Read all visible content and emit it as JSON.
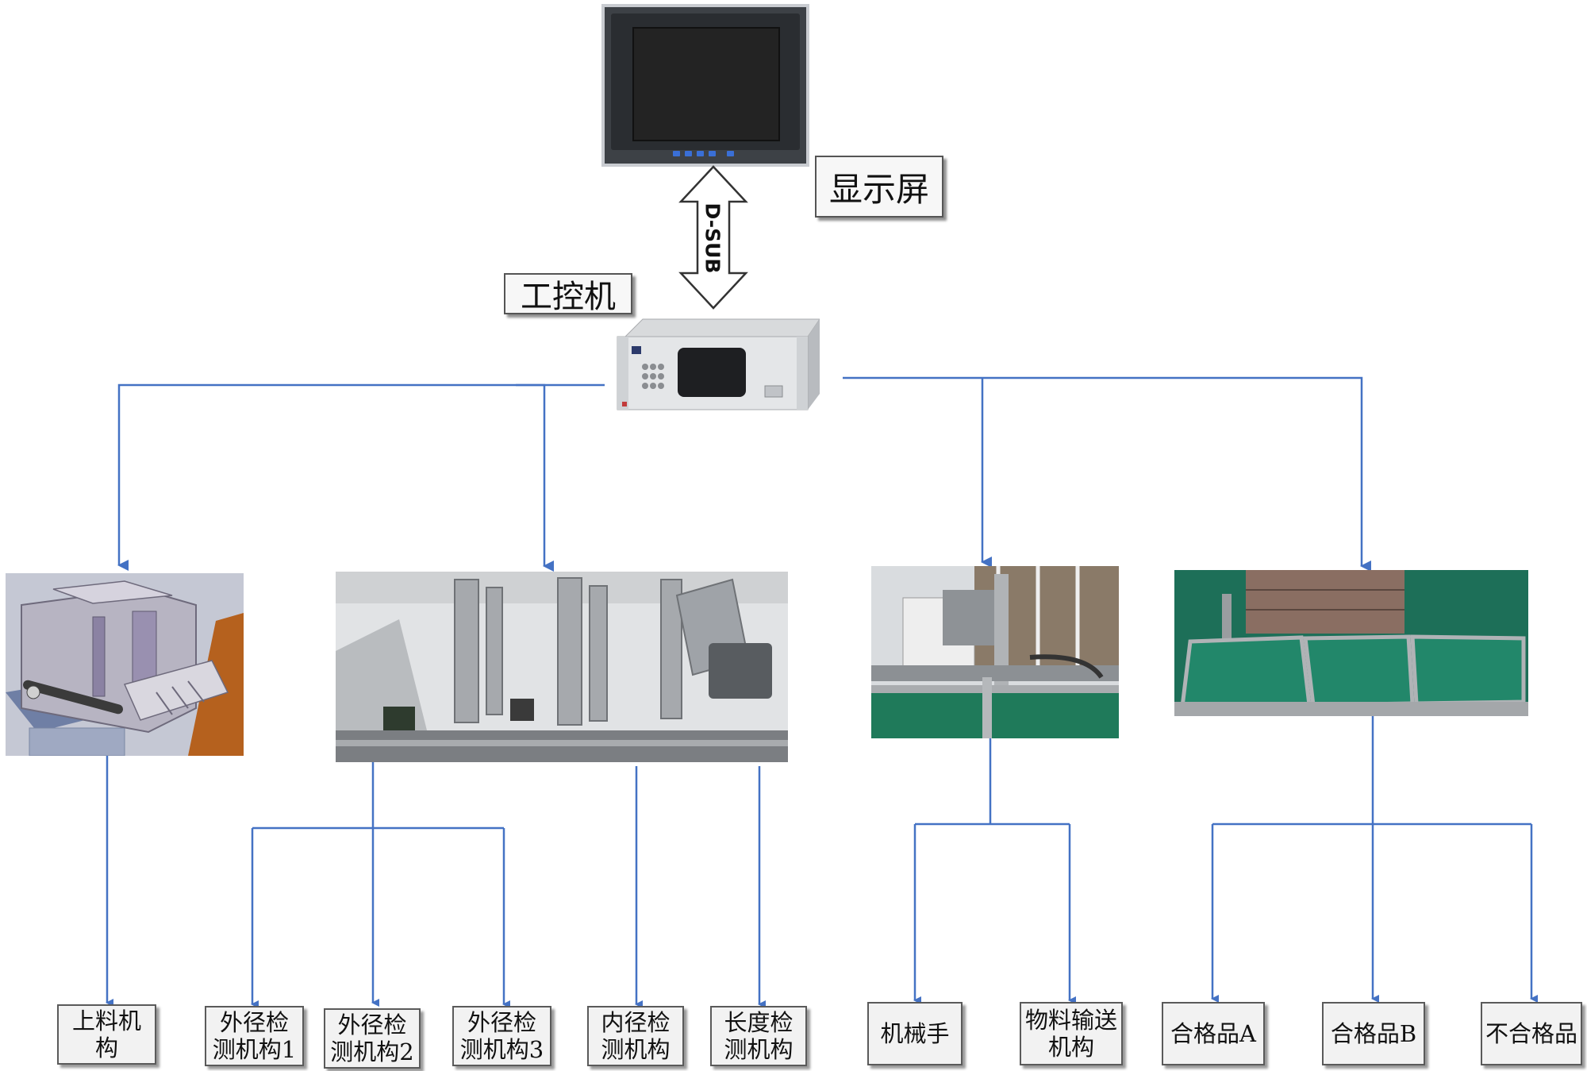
{
  "colors": {
    "wire": "#4472c4",
    "box_fill": "#f2f2f2",
    "box_border": "#5a5a5a"
  },
  "top": {
    "display_label": "显示屏",
    "interface_label": "D-SUB",
    "ipc_label": "工控机"
  },
  "modules": [
    {
      "id": "loading-module-photo"
    },
    {
      "id": "detection-module-photo"
    },
    {
      "id": "manipulator-module-photo"
    },
    {
      "id": "sorting-bins-photo"
    }
  ],
  "bottom": {
    "loading": [
      "上料机",
      "构"
    ],
    "od1": [
      "外径检",
      "测机构1"
    ],
    "od2": [
      "外径检",
      "测机构2"
    ],
    "od3": [
      "外径检",
      "测机构3"
    ],
    "id": [
      "内径检",
      "测机构"
    ],
    "len": [
      "长度检",
      "测机构"
    ],
    "arm": [
      "机械手"
    ],
    "conv": [
      "物料输送",
      "机构"
    ],
    "qa": [
      "合格品A"
    ],
    "qb": [
      "合格品B"
    ],
    "ng": [
      "不合格品"
    ]
  }
}
